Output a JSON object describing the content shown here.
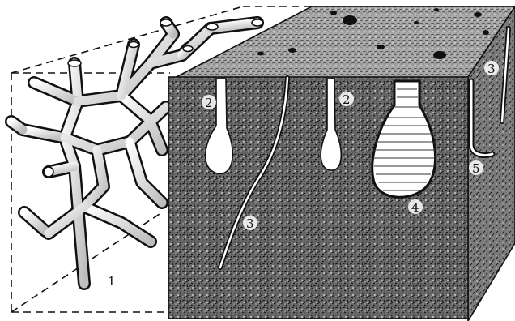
{
  "labels": {
    "l1": "1",
    "l2a": "2",
    "l2b": "2",
    "l3a": "3",
    "l3b": "3",
    "l4": "4",
    "l5": "5"
  }
}
